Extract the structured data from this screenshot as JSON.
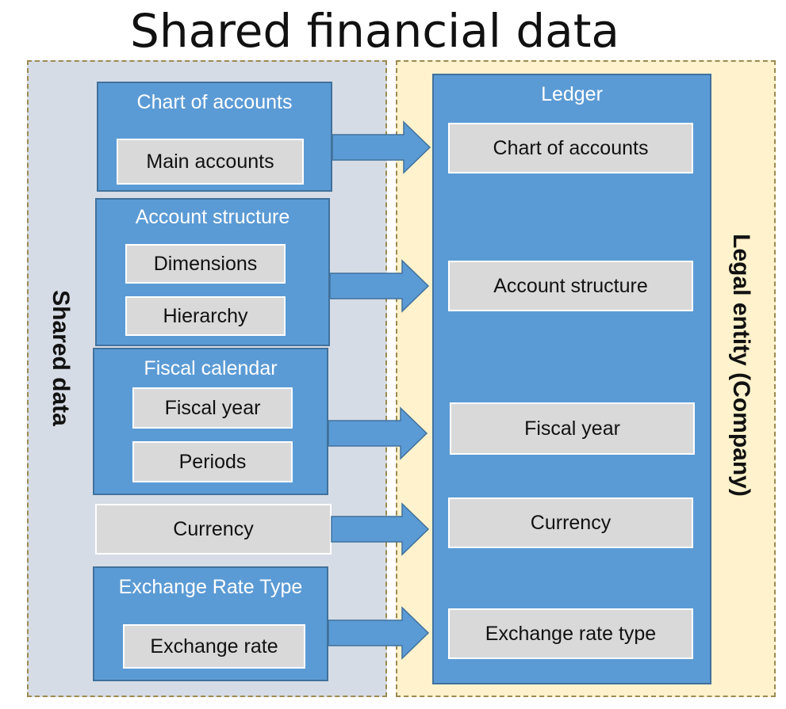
{
  "title": "Shared financial data",
  "zones": {
    "shared": {
      "label": "Shared data"
    },
    "legal": {
      "label": "Legal entity (Company)"
    }
  },
  "left_groups": {
    "chart": {
      "title": "Chart of accounts",
      "items": [
        "Main accounts"
      ]
    },
    "structure": {
      "title": "Account structure",
      "items": [
        "Dimensions",
        "Hierarchy"
      ]
    },
    "calendar": {
      "title": "Fiscal calendar",
      "items": [
        "Fiscal year",
        "Periods"
      ]
    },
    "currency": {
      "label": "Currency"
    },
    "exchange": {
      "title": "Exchange Rate Type",
      "items": [
        "Exchange rate"
      ]
    }
  },
  "ledger": {
    "title": "Ledger",
    "items": [
      "Chart of accounts",
      "Account structure",
      "Fiscal year",
      "Currency",
      "Exchange rate type"
    ]
  },
  "colors": {
    "box_blue": "#5b9bd5",
    "box_border": "#41719c",
    "item_gray": "#d9d9d9",
    "shared_bg": "#d6dce5",
    "legal_bg": "#fff2cc"
  }
}
